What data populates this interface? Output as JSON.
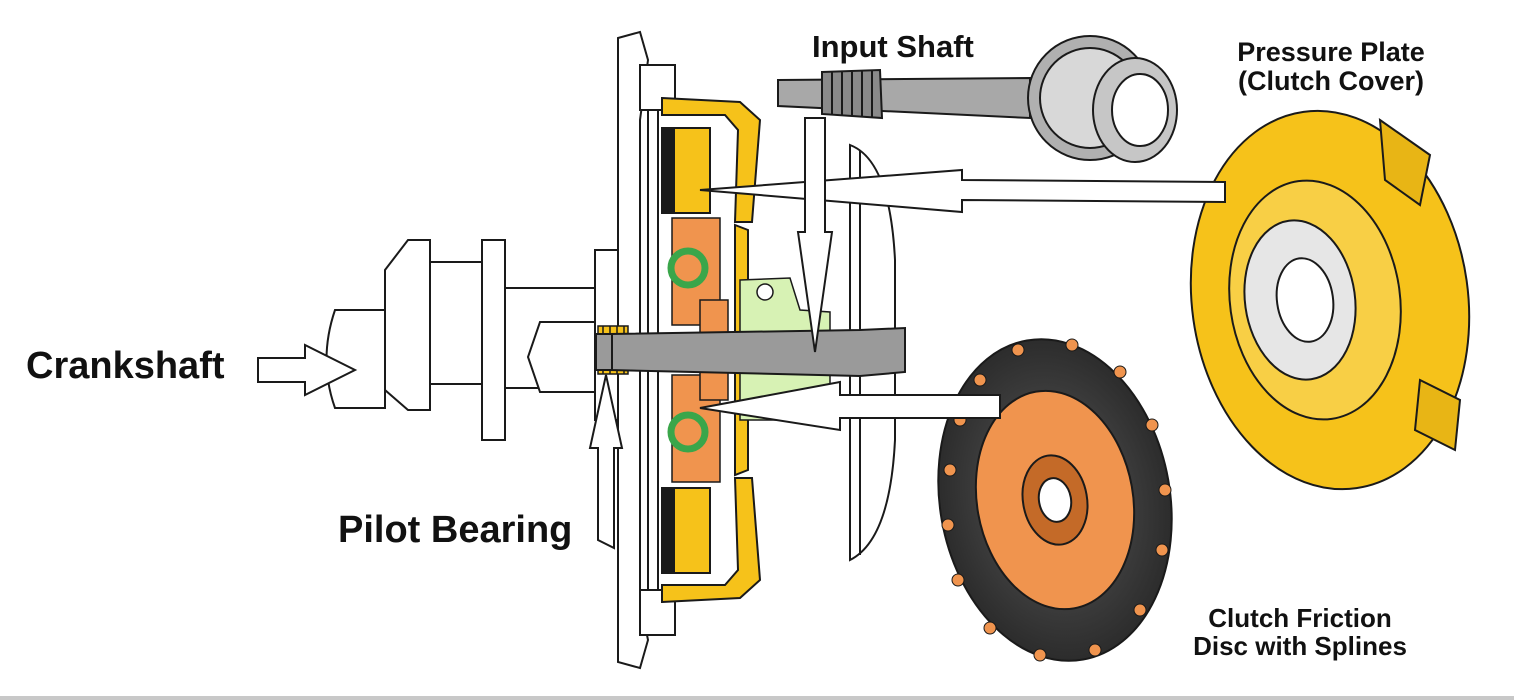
{
  "labels": {
    "crankshaft": "Crankshaft",
    "pilot_bearing": "Pilot Bearing",
    "input_shaft": "Input Shaft",
    "pressure_plate_line1": "Pressure Plate",
    "pressure_plate_line2": "(Clutch Cover)",
    "disc_line1": "Clutch Friction",
    "disc_line2": "Disc with Splines"
  },
  "colors": {
    "outline": "#1a1a1a",
    "yellow": "#f6c21a",
    "yellow_dark": "#e2a800",
    "orange": "#f0944e",
    "green": "#3aa64a",
    "light_green": "#d7f2b4",
    "shaft_gray": "#9a9a9a",
    "friction_dark": "#3a3a3a"
  }
}
